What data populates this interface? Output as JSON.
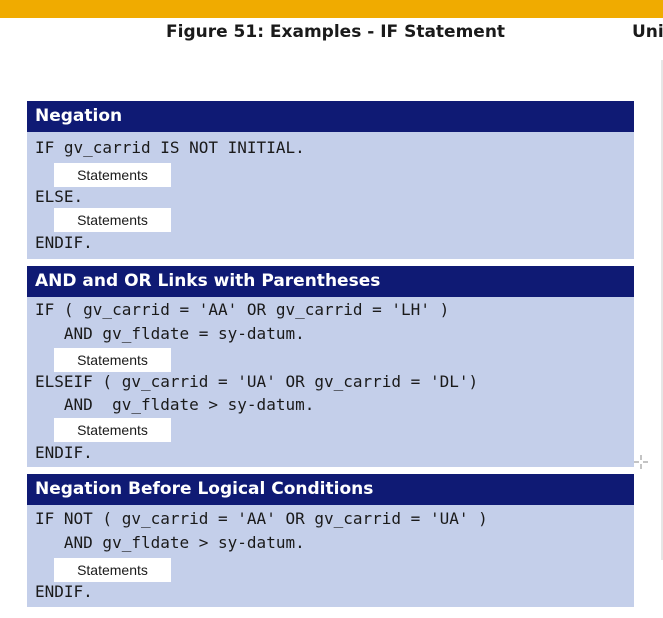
{
  "header": {
    "figure_title": "Figure 51: Examples - IF Statement",
    "unit_title": "Uni"
  },
  "colors": {
    "accent_bar": "#f0ab00",
    "panel_header_bg": "#0f1a74",
    "panel_body_bg": "#c4cfea"
  },
  "panels": [
    {
      "title": "Negation",
      "lines": [
        "IF gv_carrid IS NOT INITIAL.",
        "ELSE.",
        "ENDIF."
      ],
      "statements": [
        "Statements",
        "Statements"
      ]
    },
    {
      "title": "AND and OR Links with Parentheses",
      "lines": [
        "IF ( gv_carrid = 'AA' OR gv_carrid = 'LH' )",
        "   AND gv_fldate = sy-datum.",
        "ELSEIF ( gv_carrid = 'UA' OR gv_carrid = 'DL')",
        "   AND  gv_fldate > sy-datum.",
        "ENDIF."
      ],
      "statements": [
        "Statements",
        "Statements"
      ]
    },
    {
      "title": "Negation Before Logical Conditions",
      "lines": [
        "IF NOT ( gv_carrid = 'AA' OR gv_carrid = 'UA' )",
        "   AND gv_fldate > sy-datum.",
        "ENDIF."
      ],
      "statements": [
        "Statements"
      ]
    }
  ]
}
